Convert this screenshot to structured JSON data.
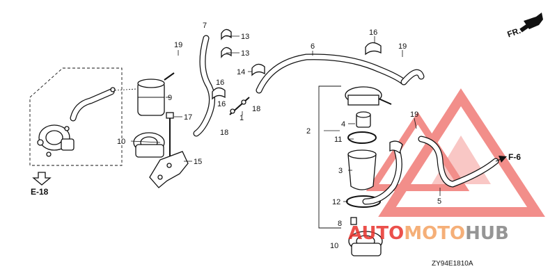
{
  "diagram": {
    "direction_tag": "FR.",
    "diagram_code": "ZY94E1810A",
    "ref_e18": "E-18",
    "ref_f6": "F-6",
    "callouts": [
      {
        "id": "c1",
        "label": "1"
      },
      {
        "id": "c2",
        "label": "2"
      },
      {
        "id": "c3",
        "label": "3"
      },
      {
        "id": "c4",
        "label": "4"
      },
      {
        "id": "c5",
        "label": "5"
      },
      {
        "id": "c6",
        "label": "6"
      },
      {
        "id": "c7",
        "label": "7"
      },
      {
        "id": "c8",
        "label": "8"
      },
      {
        "id": "c9",
        "label": "9"
      },
      {
        "id": "c10a",
        "label": "10"
      },
      {
        "id": "c10b",
        "label": "10"
      },
      {
        "id": "c11",
        "label": "11"
      },
      {
        "id": "c12",
        "label": "12"
      },
      {
        "id": "c13a",
        "label": "13"
      },
      {
        "id": "c13b",
        "label": "13"
      },
      {
        "id": "c14",
        "label": "14"
      },
      {
        "id": "c15",
        "label": "15"
      },
      {
        "id": "c16a",
        "label": "16"
      },
      {
        "id": "c16b",
        "label": "16"
      },
      {
        "id": "c16c",
        "label": "16"
      },
      {
        "id": "c17",
        "label": "17"
      },
      {
        "id": "c18a",
        "label": "18"
      },
      {
        "id": "c18b",
        "label": "18"
      },
      {
        "id": "c19a",
        "label": "19"
      },
      {
        "id": "c19b",
        "label": "19"
      },
      {
        "id": "c19c",
        "label": "19"
      }
    ]
  },
  "watermark": {
    "part1": "AUTO",
    "part2": "MOTO",
    "part3": "HUB",
    "colors": {
      "red": "#e8322c",
      "orange": "#f4a261",
      "gray": "#8a8a8a"
    }
  }
}
